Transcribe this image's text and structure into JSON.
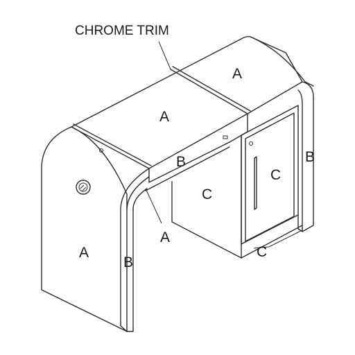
{
  "diagram": {
    "callout": "CHROME TRIM",
    "labels": {
      "top_right_panel": "A",
      "top_middle_panel": "A",
      "left_end_panel": "A",
      "front_edge_strip": "B",
      "left_end_edge": "B",
      "right_end_edge": "B",
      "front_left_door": "C",
      "front_right_door": "C",
      "bottom_edge": "C",
      "chrome_trim_front": "A"
    }
  }
}
